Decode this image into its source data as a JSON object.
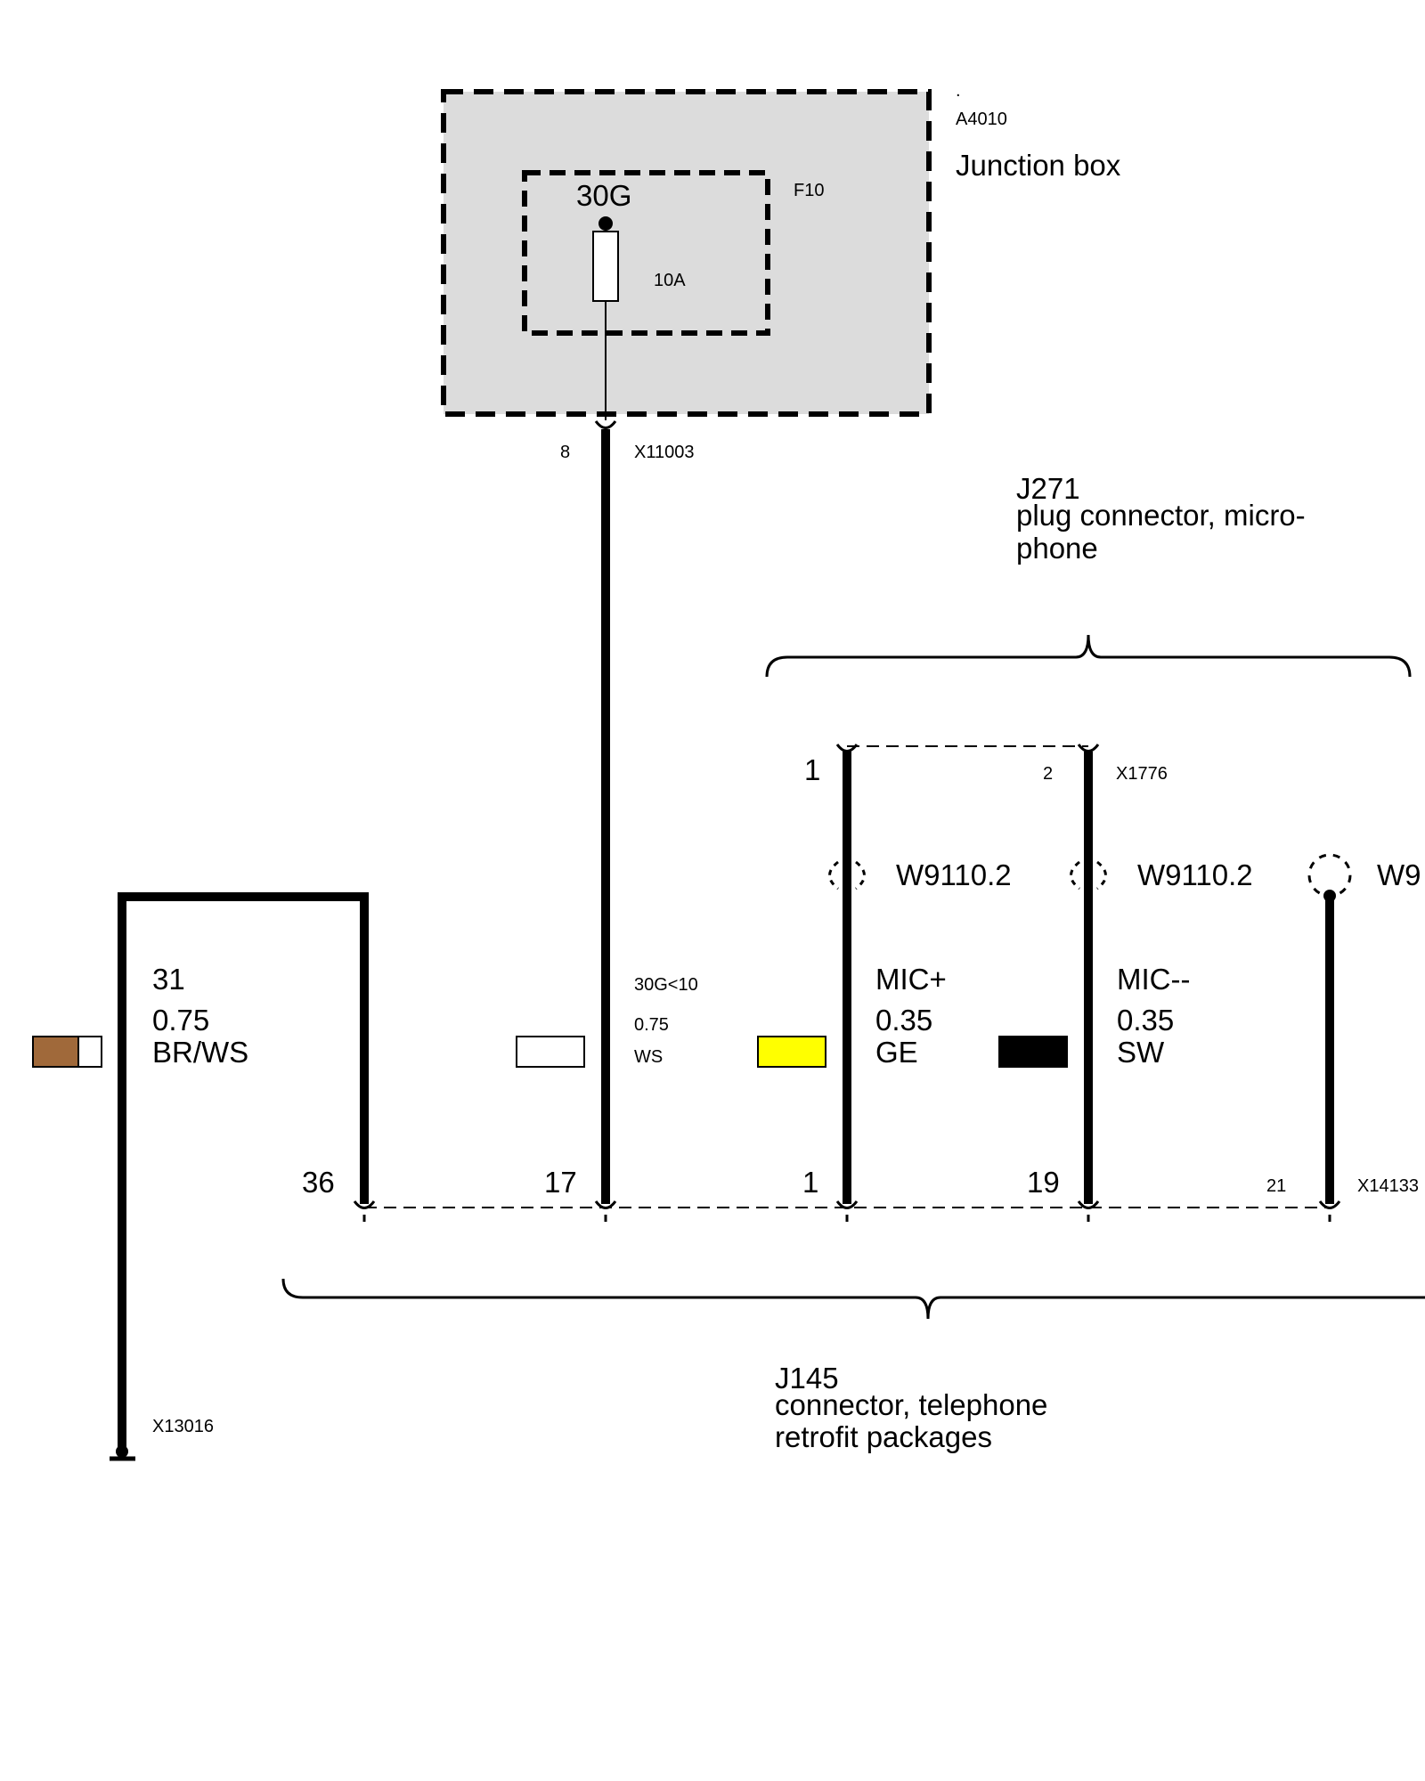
{
  "junction_box": {
    "dot": ".",
    "id": "A4010",
    "title": "Junction box",
    "fuse_id": "F10",
    "fuse_terminal": "30G",
    "fuse_rating": "10A",
    "pin": "8",
    "connector": "X11003"
  },
  "j271": {
    "id": "J271",
    "line1": "plug connector, micro-",
    "line2": "phone",
    "pin_left": "1",
    "pin_right": "2",
    "connector": "X1776"
  },
  "shields": [
    {
      "label": "W9110.2"
    },
    {
      "label": "W9110.2"
    },
    {
      "label": "W9"
    }
  ],
  "wires": [
    {
      "signal": "31",
      "gauge": "0.75",
      "color_code": "BR/WS",
      "swatch_main": "#a0693a",
      "swatch_stripe": "#ffffff"
    },
    {
      "signal": "30G<10",
      "gauge": "0.75",
      "color_code": "WS",
      "swatch_main": "#ffffff"
    },
    {
      "signal": "MIC+",
      "gauge": "0.35",
      "color_code": "GE",
      "swatch_main": "#ffff00"
    },
    {
      "signal": "MIC--",
      "gauge": "0.35",
      "color_code": "SW",
      "swatch_main": "#000000"
    }
  ],
  "bottom_connector": {
    "pins": [
      "36",
      "17",
      "1",
      "19",
      "21"
    ],
    "connector": "X14133"
  },
  "ground": {
    "connector": "X13016"
  },
  "j145": {
    "id": "J145",
    "line1": "connector, telephone",
    "line2": "retrofit packages"
  }
}
